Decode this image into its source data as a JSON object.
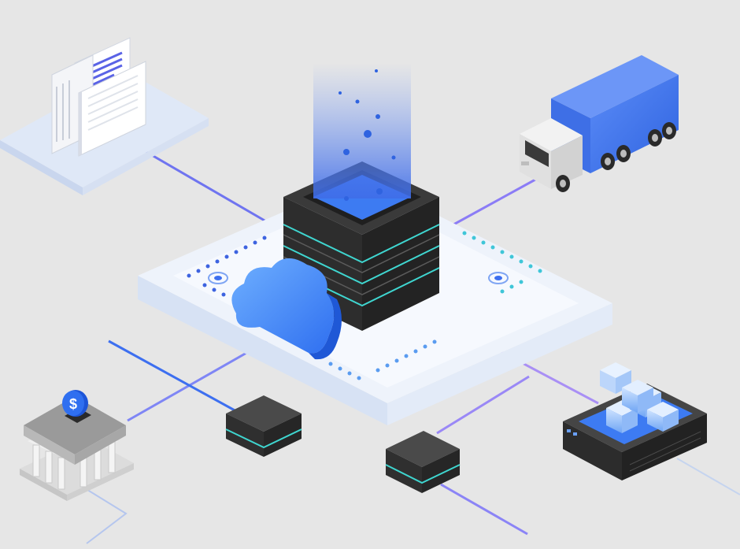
{
  "diagram": {
    "central_node": "server-stack",
    "platform": "data-platform",
    "connected_nodes": [
      "documents",
      "delivery-truck",
      "bank",
      "storage-server",
      "edge-node-left",
      "edge-node-right"
    ],
    "overlay_icon": "cloud-icon",
    "bank_symbol": "$"
  },
  "colors": {
    "background": "#e6e6e6",
    "accent_blue": "#3d7bf2",
    "accent_purple": "#8b7cf6",
    "teal_glow": "#3fd6d0",
    "server_dark": "#2c2c2c",
    "platform_light": "#eef3fb"
  }
}
